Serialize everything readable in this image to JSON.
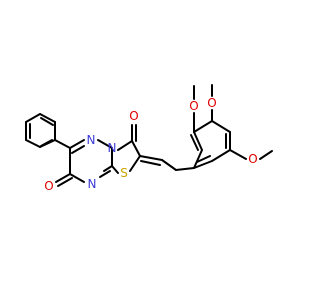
{
  "molecule": {
    "atom_labels": [
      {
        "id": "N-triazine-1",
        "text": "N",
        "element": "N"
      },
      {
        "id": "N-triazine-2",
        "text": "N",
        "element": "N"
      },
      {
        "id": "N-triazine-3",
        "text": "N",
        "element": "N"
      },
      {
        "id": "S-thiazole",
        "text": "S",
        "element": "S"
      },
      {
        "id": "O-ketone-ring",
        "text": "O",
        "element": "O"
      },
      {
        "id": "O-ketone-thiazole",
        "text": "O",
        "element": "O"
      },
      {
        "id": "O-methoxy-1",
        "text": "O",
        "element": "O"
      },
      {
        "id": "O-methoxy-2",
        "text": "O",
        "element": "O"
      },
      {
        "id": "O-methoxy-3",
        "text": "O",
        "element": "O"
      }
    ]
  },
  "colors": {
    "bond": "#000000",
    "nitrogen": "#3b3bd6",
    "sulfur": "#c9a400",
    "oxygen": "#e00000"
  }
}
